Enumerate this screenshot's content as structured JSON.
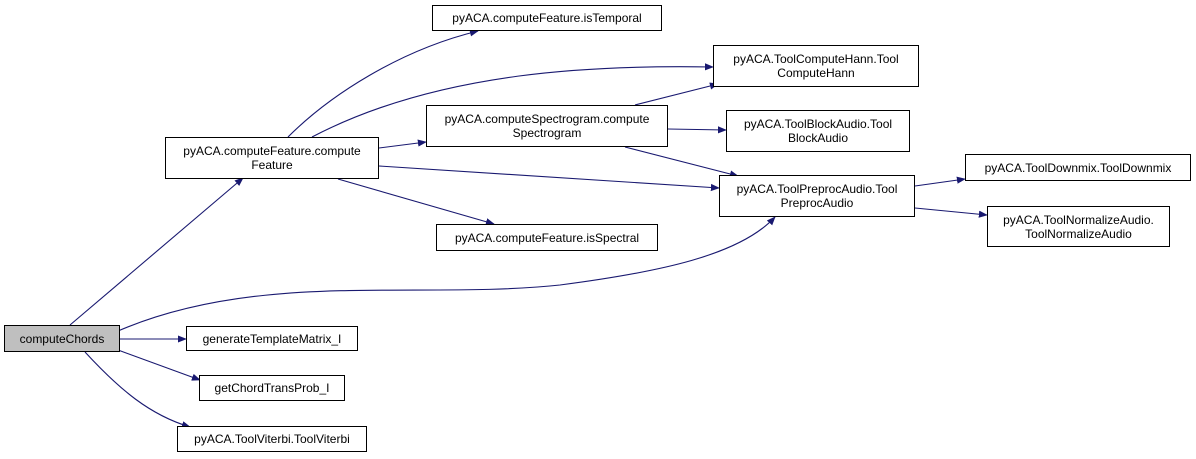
{
  "colors": {
    "edge": "#191970",
    "node_border": "#000000",
    "node_fill": "#ffffff",
    "root_fill": "#bfbfbf"
  },
  "nodes": {
    "computeChords": {
      "lines": [
        "computeChords"
      ]
    },
    "computeFeature": {
      "lines": [
        "pyACA.computeFeature.compute",
        "Feature"
      ]
    },
    "generateTemplateMatrix": {
      "lines": [
        "generateTemplateMatrix_I"
      ]
    },
    "getChordTransProb": {
      "lines": [
        "getChordTransProb_I"
      ]
    },
    "toolViterbi": {
      "lines": [
        "pyACA.ToolViterbi.ToolViterbi"
      ]
    },
    "isTemporal": {
      "lines": [
        "pyACA.computeFeature.isTemporal"
      ]
    },
    "computeSpectrogram": {
      "lines": [
        "pyACA.computeSpectrogram.compute",
        "Spectrogram"
      ]
    },
    "isSpectral": {
      "lines": [
        "pyACA.computeFeature.isSpectral"
      ]
    },
    "toolComputeHann": {
      "lines": [
        "pyACA.ToolComputeHann.Tool",
        "ComputeHann"
      ]
    },
    "toolBlockAudio": {
      "lines": [
        "pyACA.ToolBlockAudio.Tool",
        "BlockAudio"
      ]
    },
    "toolPreprocAudio": {
      "lines": [
        "pyACA.ToolPreprocAudio.Tool",
        "PreprocAudio"
      ]
    },
    "toolDownmix": {
      "lines": [
        "pyACA.ToolDownmix.ToolDownmix"
      ]
    },
    "toolNormalizeAudio": {
      "lines": [
        "pyACA.ToolNormalizeAudio.",
        "ToolNormalizeAudio"
      ]
    }
  },
  "edges": [
    [
      "computeChords",
      "computeFeature"
    ],
    [
      "computeChords",
      "toolPreprocAudio"
    ],
    [
      "computeChords",
      "generateTemplateMatrix"
    ],
    [
      "computeChords",
      "getChordTransProb"
    ],
    [
      "computeChords",
      "toolViterbi"
    ],
    [
      "computeFeature",
      "isTemporal"
    ],
    [
      "computeFeature",
      "toolComputeHann"
    ],
    [
      "computeFeature",
      "computeSpectrogram"
    ],
    [
      "computeFeature",
      "toolPreprocAudio"
    ],
    [
      "computeFeature",
      "isSpectral"
    ],
    [
      "computeSpectrogram",
      "toolComputeHann"
    ],
    [
      "computeSpectrogram",
      "toolBlockAudio"
    ],
    [
      "computeSpectrogram",
      "toolPreprocAudio"
    ],
    [
      "toolPreprocAudio",
      "toolDownmix"
    ],
    [
      "toolPreprocAudio",
      "toolNormalizeAudio"
    ]
  ]
}
